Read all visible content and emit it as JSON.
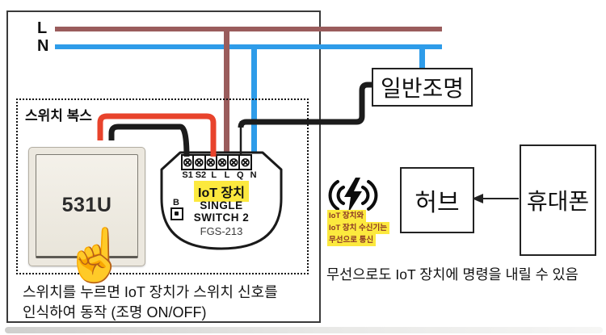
{
  "bus": {
    "l_label": "L",
    "n_label": "N",
    "l_color": "#9a5c5c",
    "n_color": "#2e9ce9"
  },
  "wire_colors": {
    "red": "#e8432c",
    "black": "#1c1c1c"
  },
  "switch_box": {
    "label": "스위치 복스",
    "switch_model": "531U",
    "hand_icon_glyph": "☝"
  },
  "iot_device": {
    "terminals": [
      "S1",
      "S2",
      "L",
      "L",
      "Q",
      "N"
    ],
    "screw_glyph": "⊗",
    "highlight_label": "IoT 장치",
    "highlight_color": "#fce93e",
    "line1": "SINGLE",
    "line2": "SWITCH 2",
    "line3": "FGS-213",
    "button_label": "B"
  },
  "light_box": {
    "label": "일반조명"
  },
  "hub_box": {
    "label": "허브"
  },
  "phone_box": {
    "label": "휴대폰"
  },
  "wireless_note": {
    "lines": [
      "IoT 장치와",
      "IoT 장치 수신기는",
      "무선으로 통신"
    ],
    "highlight_color": "#fce93e"
  },
  "captions": {
    "switch_note_line1": "스위치를 누르면 IoT 장치가 스위치 신호를",
    "switch_note_line2": "인식하여 동작 (조명 ON/OFF)",
    "wireless_caption": "무선으로도 IoT 장치에 명령을 내릴 수 있음"
  }
}
